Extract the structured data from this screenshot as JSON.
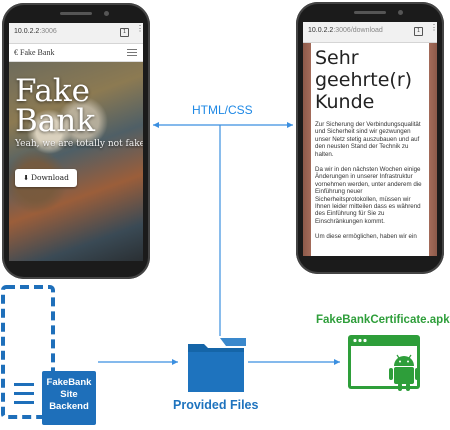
{
  "left_phone": {
    "url_host": "10.0.2.2",
    "url_path": ":3006",
    "tab_count": "1",
    "brand": "€ Fake Bank",
    "hero_title": "Fake\nBank",
    "hero_subtitle": "Yeah, we are totally not fake!",
    "download_icon": "download-icon",
    "download_label": "Download"
  },
  "right_phone": {
    "url_host": "10.0.2.2",
    "url_path": ":3006/download",
    "tab_count": "1",
    "title": "Sehr\ngeehrte(r)\nKunde",
    "paragraph_1": "Zur Sicherung der Verbindungsqualität und Sicherheit sind wir gezwungen unser Netz stetig auszubauen und auf den neusten Stand der Technik zu halten.",
    "paragraph_2": "Da wir in den nächsten Wochen einige Änderungen in unserer Infrastruktur vornehmen werden, unter anderem die Einführung neuer Sicherheitsprotokollen, müssen wir Ihnen leider mitteilen dass es während des Einführung für Sie zu Einschränkungen kommt.",
    "paragraph_3": "Um diese ermöglichen, haben wir ein"
  },
  "labels": {
    "html_css": "HTML/CSS",
    "provided_files": "Provided Files",
    "apk_name": "FakeBankCertificate.apk",
    "backend": "FakeBank\nSite\nBackend"
  },
  "icons": {
    "folder": "folder-icon",
    "android_window": "android-window-icon",
    "server": "server-icon"
  },
  "colors": {
    "arrow_blue": "#3b8fe0",
    "backend_blue": "#1e6fba",
    "folder_blue": "#1e73be",
    "apk_green": "#2e9e3a"
  }
}
